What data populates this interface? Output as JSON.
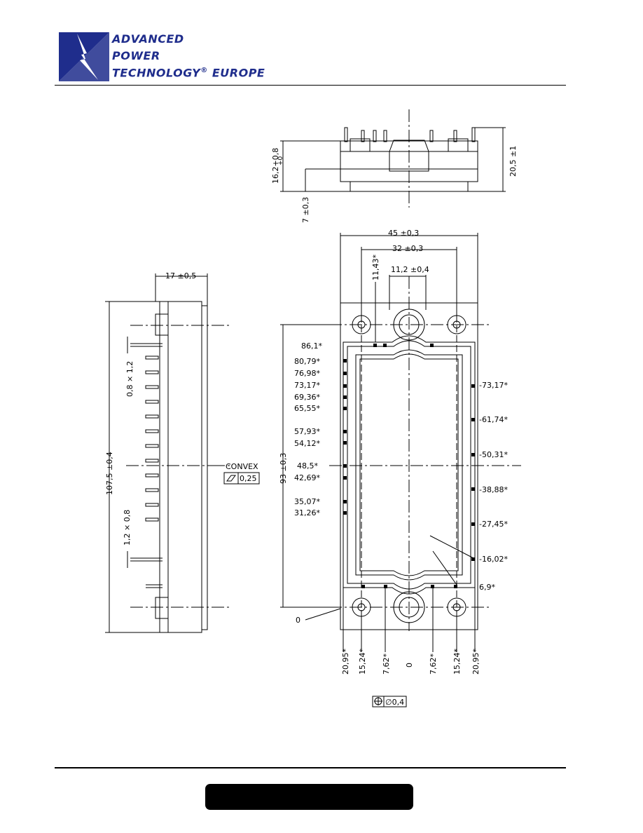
{
  "brand": {
    "line1": "ADVANCED",
    "line2": "POWER",
    "line3": "TECHNOLOGY",
    "reg": "®",
    "line4": "EUROPE",
    "brand_color": "#1f2d8c"
  },
  "drawing": {
    "top_view": {
      "dim_height_total": "20,5 ±1",
      "dim_body": "16,2+0,8",
      "dim_body_tol": "+0",
      "dim_base": "7 ±0,3"
    },
    "side_view": {
      "dim_thickness": "17 ±0,5",
      "dim_length": "107,5 ±0,4",
      "dim_pin_top": "0,8 × 1,2",
      "dim_pin_bot": "1,2 × 0,8",
      "convex_label": "CONVEX",
      "flatness_value": "0,25"
    },
    "front_view": {
      "dim_width": "45 ±0,3",
      "dim_holes": "32 ±0,3",
      "dim_pin_offset": "11,43*",
      "dim_center_hole": "11,2 ±0,4",
      "dim_height": "93 ±0,3",
      "origin_label": "0",
      "position_tol": "∅0,4",
      "left_labels": [
        "86,1*",
        "80,79*",
        "76,98*",
        "73,17*",
        "69,36*",
        "65,55*",
        "57,93*",
        "54,12*",
        "48,5*",
        "42,69*",
        "35,07*",
        "31,26*"
      ],
      "right_labels": [
        "-73,17*",
        "-61,74*",
        "-50,31*",
        "-38,88*",
        "-27,45*",
        "-16,02*",
        "6,9*"
      ],
      "bottom_labels": [
        "20,95*",
        "15,24*",
        "7,62*",
        "0",
        "7,62*",
        "15,24*",
        "20,95*"
      ]
    }
  }
}
